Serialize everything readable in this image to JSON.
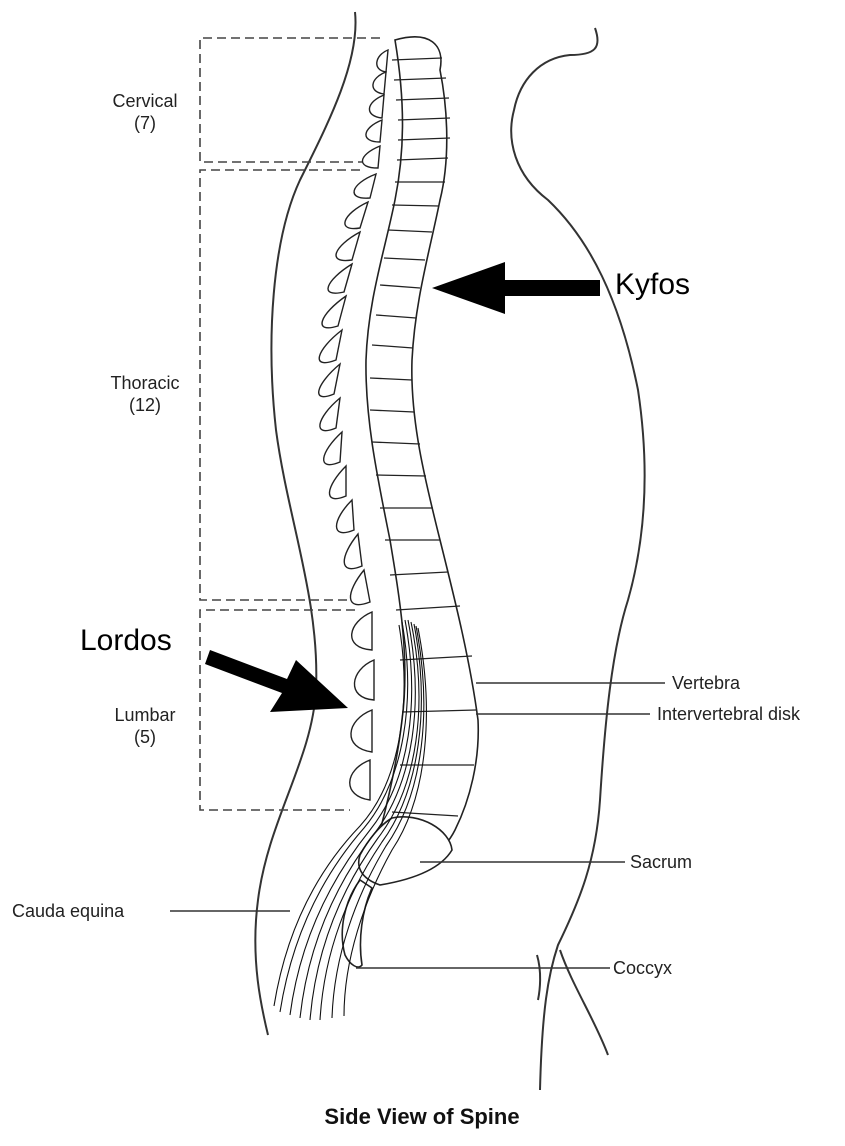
{
  "regions": [
    {
      "name": "Cervical",
      "count": "(7)"
    },
    {
      "name": "Thoracic",
      "count": "(12)"
    },
    {
      "name": "Lumbar",
      "count": "(5)"
    }
  ],
  "callouts": {
    "vertebra": "Vertebra",
    "intervertebral_disk": "Intervertebral disk",
    "sacrum": "Sacrum",
    "coccyx": "Coccyx",
    "cauda_equina": "Cauda equina"
  },
  "annotations": {
    "kyfos": "Kyfos",
    "lordos": "Lordos"
  },
  "title": "Side View of Spine",
  "colors": {
    "line": "#333333",
    "arrow": "#000000",
    "background": "#ffffff"
  }
}
